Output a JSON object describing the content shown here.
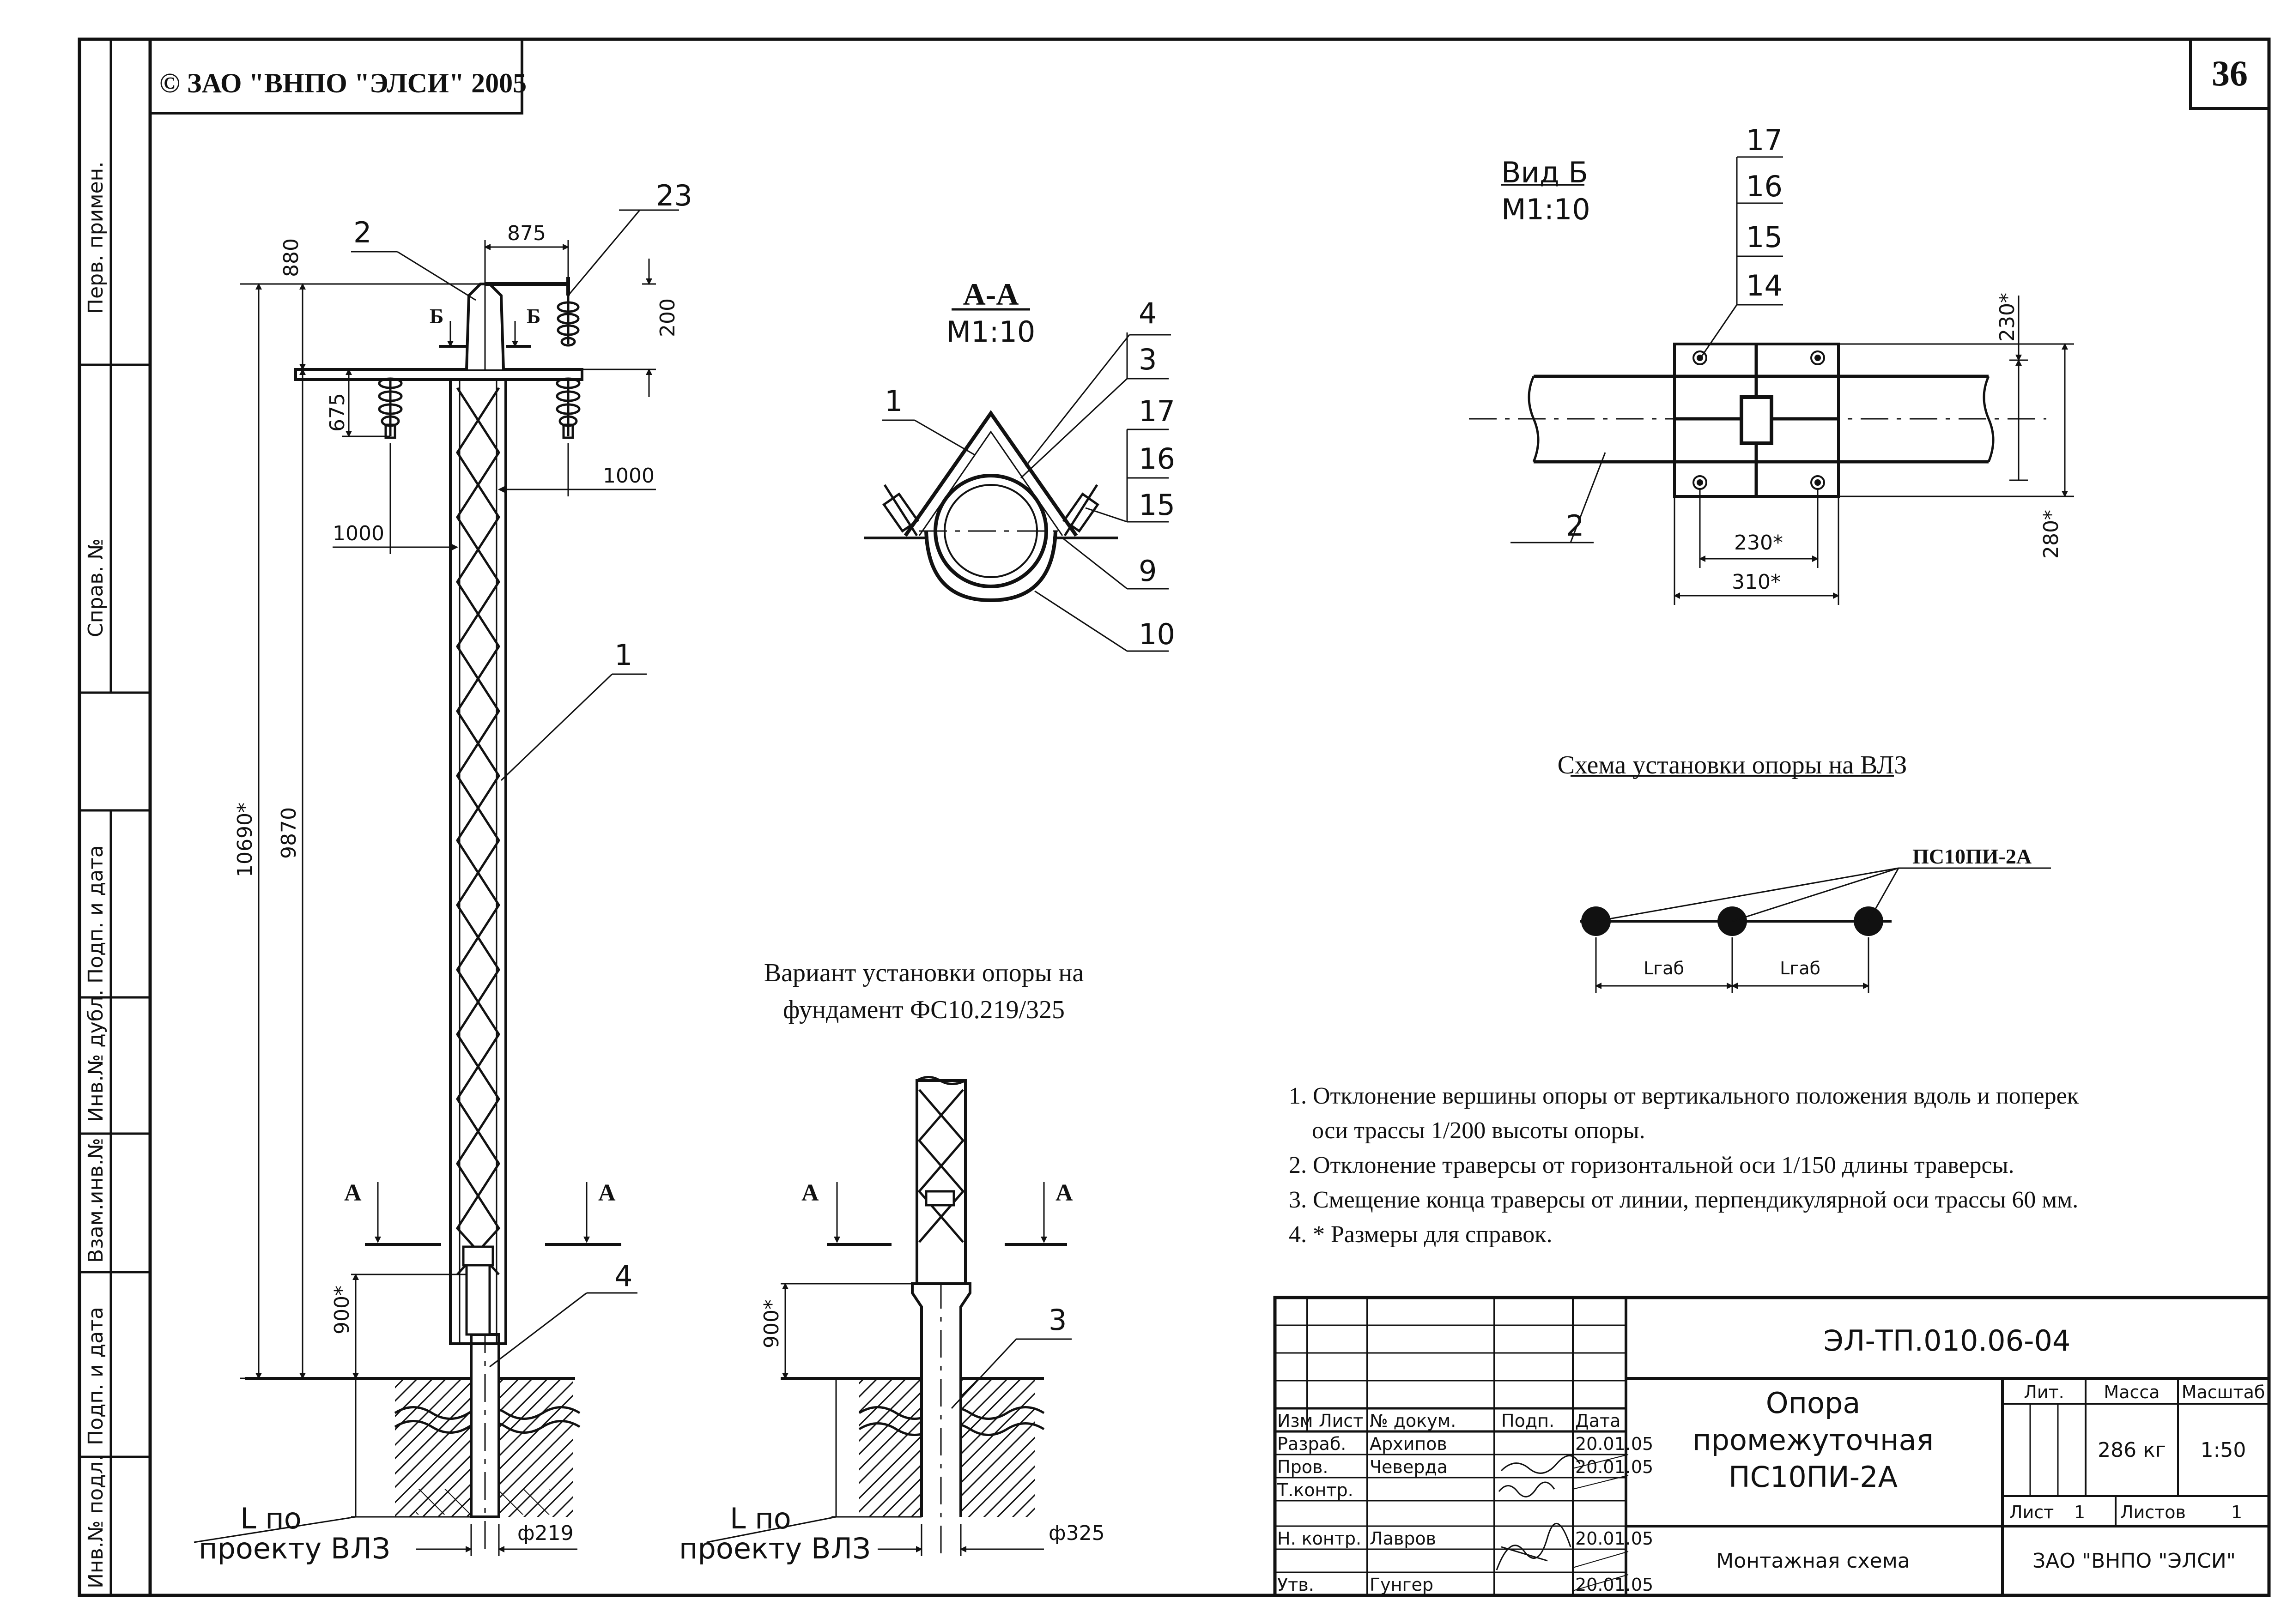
{
  "copyright": "© ЗАО \"ВНПО \"ЭЛСИ\" 2005",
  "sheet_number": "36",
  "side_stamp": [
    "Перв. примен.",
    "Справ. №",
    "Подп. и дата",
    "Инв.№ дубл.",
    "Взам.инв.№",
    "Подп. и дата",
    "Инв.№ подл."
  ],
  "main_view": {
    "callouts": [
      "23",
      "2",
      "1",
      "4"
    ],
    "dims": [
      "875",
      "880",
      "200",
      "675",
      "1000",
      "1000",
      "10690*",
      "9870",
      "900*",
      "ф219"
    ],
    "section_marks": [
      "Б",
      "Б",
      "А",
      "А"
    ],
    "depth_label_1": "L по",
    "depth_label_2": "проекту ВЛЗ"
  },
  "section_aa": {
    "title": "А-А",
    "scale": "М1:10",
    "callouts": [
      "4",
      "3",
      "17",
      "16",
      "15",
      "1",
      "9",
      "10"
    ]
  },
  "view_b": {
    "title": "Вид Б",
    "scale": "М1:10",
    "callouts": [
      "17",
      "16",
      "15",
      "14",
      "2"
    ],
    "dims": [
      "230*",
      "280*",
      "230*",
      "310*"
    ]
  },
  "scheme": {
    "title": "Схема установки опоры на ВЛЗ",
    "pole_label": "ПС10ПИ-2А",
    "span_labels": [
      "Lгаб",
      "Lгаб"
    ]
  },
  "foundation_variant": {
    "title_1": "Вариант установки опоры на",
    "title_2": "фундамент ФС10.219/325",
    "callouts": [
      "3"
    ],
    "dims": [
      "900*",
      "ф325"
    ],
    "section_marks": [
      "А",
      "А"
    ],
    "depth_label_1": "L по",
    "depth_label_2": "проекту ВЛЗ"
  },
  "notes": [
    "1. Отклонение вершины опоры от вертикального положения вдоль и поперек",
    "оси трассы 1/200 высоты опоры.",
    "2. Отклонение траверсы от горизонтальной оси 1/150 длины траверсы.",
    "3. Смещение конца траверсы от линии, перпендикулярной оси трассы 60 мм.",
    "4. * Размеры для справок."
  ],
  "title_block": {
    "doc_code": "ЭЛ-ТП.010.06-04",
    "name_1": "Опора",
    "name_2": "промежуточная",
    "name_3": "ПС10ПИ-2А",
    "doc_type": "Монтажная схема",
    "org": "ЗАО \"ВНПО \"ЭЛСИ\"",
    "lit_label": "Лит.",
    "mass_label": "Масса",
    "scale_label": "Масштаб",
    "mass": "286 кг",
    "scale": "1:50",
    "sheet_label": "Лист",
    "sheet_value": "1",
    "sheets_label": "Листов",
    "sheets_value": "1",
    "col_headers": [
      "Изм",
      "Лист",
      "№ докум.",
      "Подп.",
      "Дата"
    ],
    "rows": [
      {
        "role": "Разраб.",
        "name": "Архипов",
        "date": "20.01.05"
      },
      {
        "role": "Пров.",
        "name": "Чеверда",
        "date": "20.01.05"
      },
      {
        "role": "Т.контр.",
        "name": "",
        "date": ""
      },
      {
        "role": "Н. контр.",
        "name": "Лавров",
        "date": "20.01.05"
      },
      {
        "role": "Утв.",
        "name": "Гунгер",
        "date": "20.01.05"
      }
    ]
  }
}
